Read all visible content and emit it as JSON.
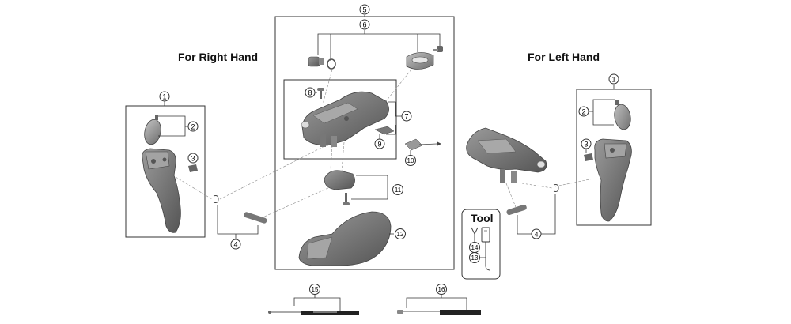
{
  "labels": {
    "right_hand": "For Right Hand",
    "left_hand": "For Left Hand",
    "tool": "Tool"
  },
  "callouts": {
    "c1_right": "1",
    "c2_right": "2",
    "c3_right": "3",
    "c4_right": "4",
    "c5": "5",
    "c6": "6",
    "c7": "7",
    "c8": "8",
    "c9": "9",
    "c10": "10",
    "c11": "11",
    "c12": "12",
    "c1_left": "1",
    "c2_left": "2",
    "c3_left": "3",
    "c4_left": "4",
    "c13": "13",
    "c14": "14",
    "c15": "15",
    "c16": "16"
  },
  "colors": {
    "part_dark": "#6d6d6d",
    "part_mid": "#8c8c8c",
    "part_light": "#b5b5b5",
    "line": "#333333"
  }
}
